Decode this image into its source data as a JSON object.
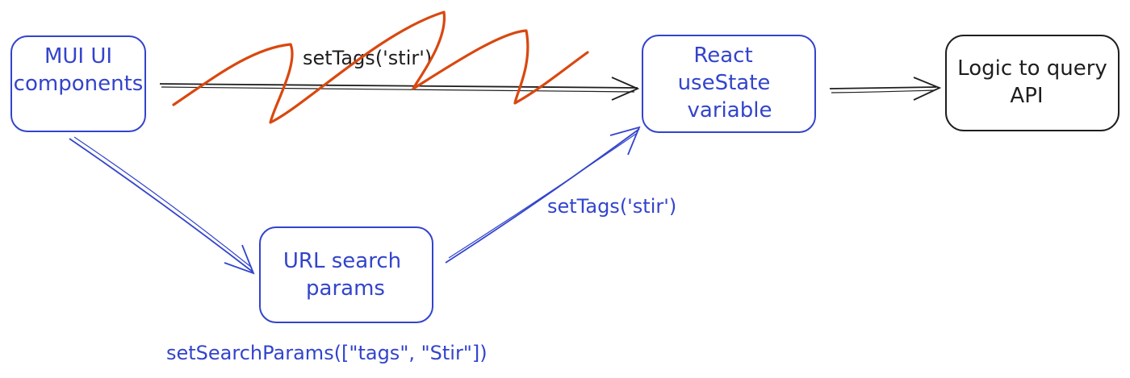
{
  "colors": {
    "blue": "#3344cc",
    "black": "#1e1e1e",
    "strike": "#d9480f"
  },
  "nodes": {
    "mui": {
      "line1": "MUI UI",
      "line2": "components"
    },
    "react": {
      "line1": "React",
      "line2": "useState",
      "line3": "variable"
    },
    "logic": {
      "line1": "Logic to query",
      "line2": "API"
    },
    "url": {
      "line1": "URL search",
      "line2": "params"
    }
  },
  "edges": {
    "direct_label": "setTags('stir')",
    "url_to_react_label": "setTags('stir')",
    "mui_to_url_label": "setSearchParams([\"tags\", \"Stir\"])"
  }
}
